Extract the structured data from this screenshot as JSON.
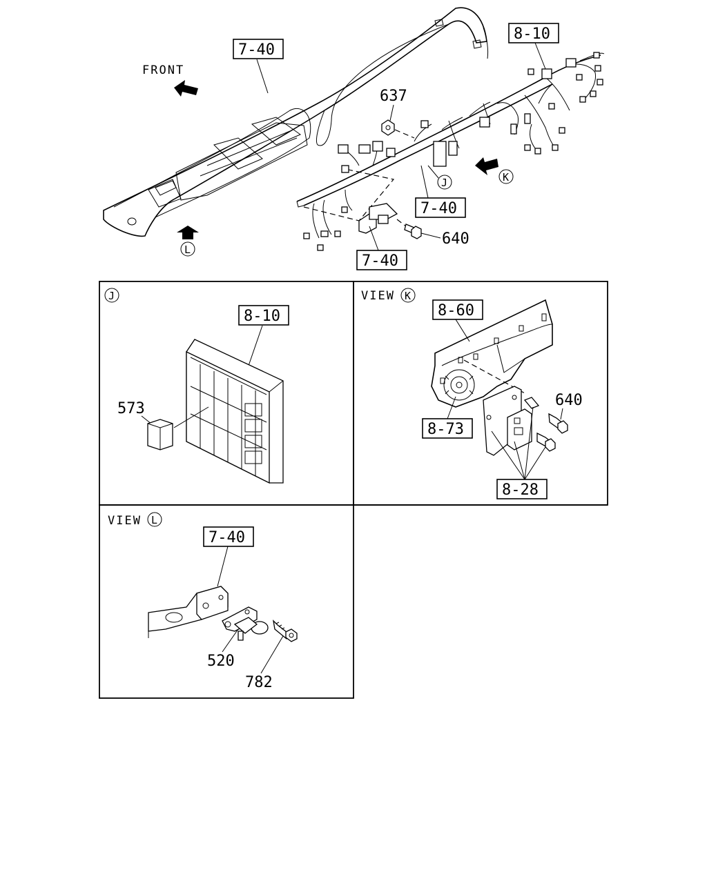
{
  "top": {
    "front_label": "FRONT",
    "ref_L": "L",
    "ref_K": "K",
    "ref_J": "J",
    "labels": {
      "dash_assembly": "7-40",
      "harness": "8-10",
      "part_637": "637",
      "bracket_right": "7-40",
      "bracket_bottom": "7-40",
      "part_640": "640"
    }
  },
  "panel_j": {
    "ref": "J",
    "label_unit": "8-10",
    "label_relay": "573"
  },
  "panel_k": {
    "view_text": "VIEW",
    "ref": "K",
    "label_top": "8-60",
    "label_left": "8-73",
    "label_bolt": "640",
    "label_bottom": "8-28"
  },
  "panel_l": {
    "view_text": "VIEW",
    "ref": "L",
    "label_bracket": "7-40",
    "label_sensor": "520",
    "label_bolt": "782"
  }
}
